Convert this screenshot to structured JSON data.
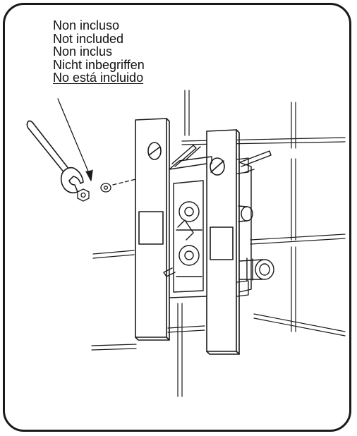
{
  "caption_labels": [
    "Non incluso",
    "Not included",
    "Non inclus",
    "Nicht inbegriffen",
    "No está incluido"
  ]
}
